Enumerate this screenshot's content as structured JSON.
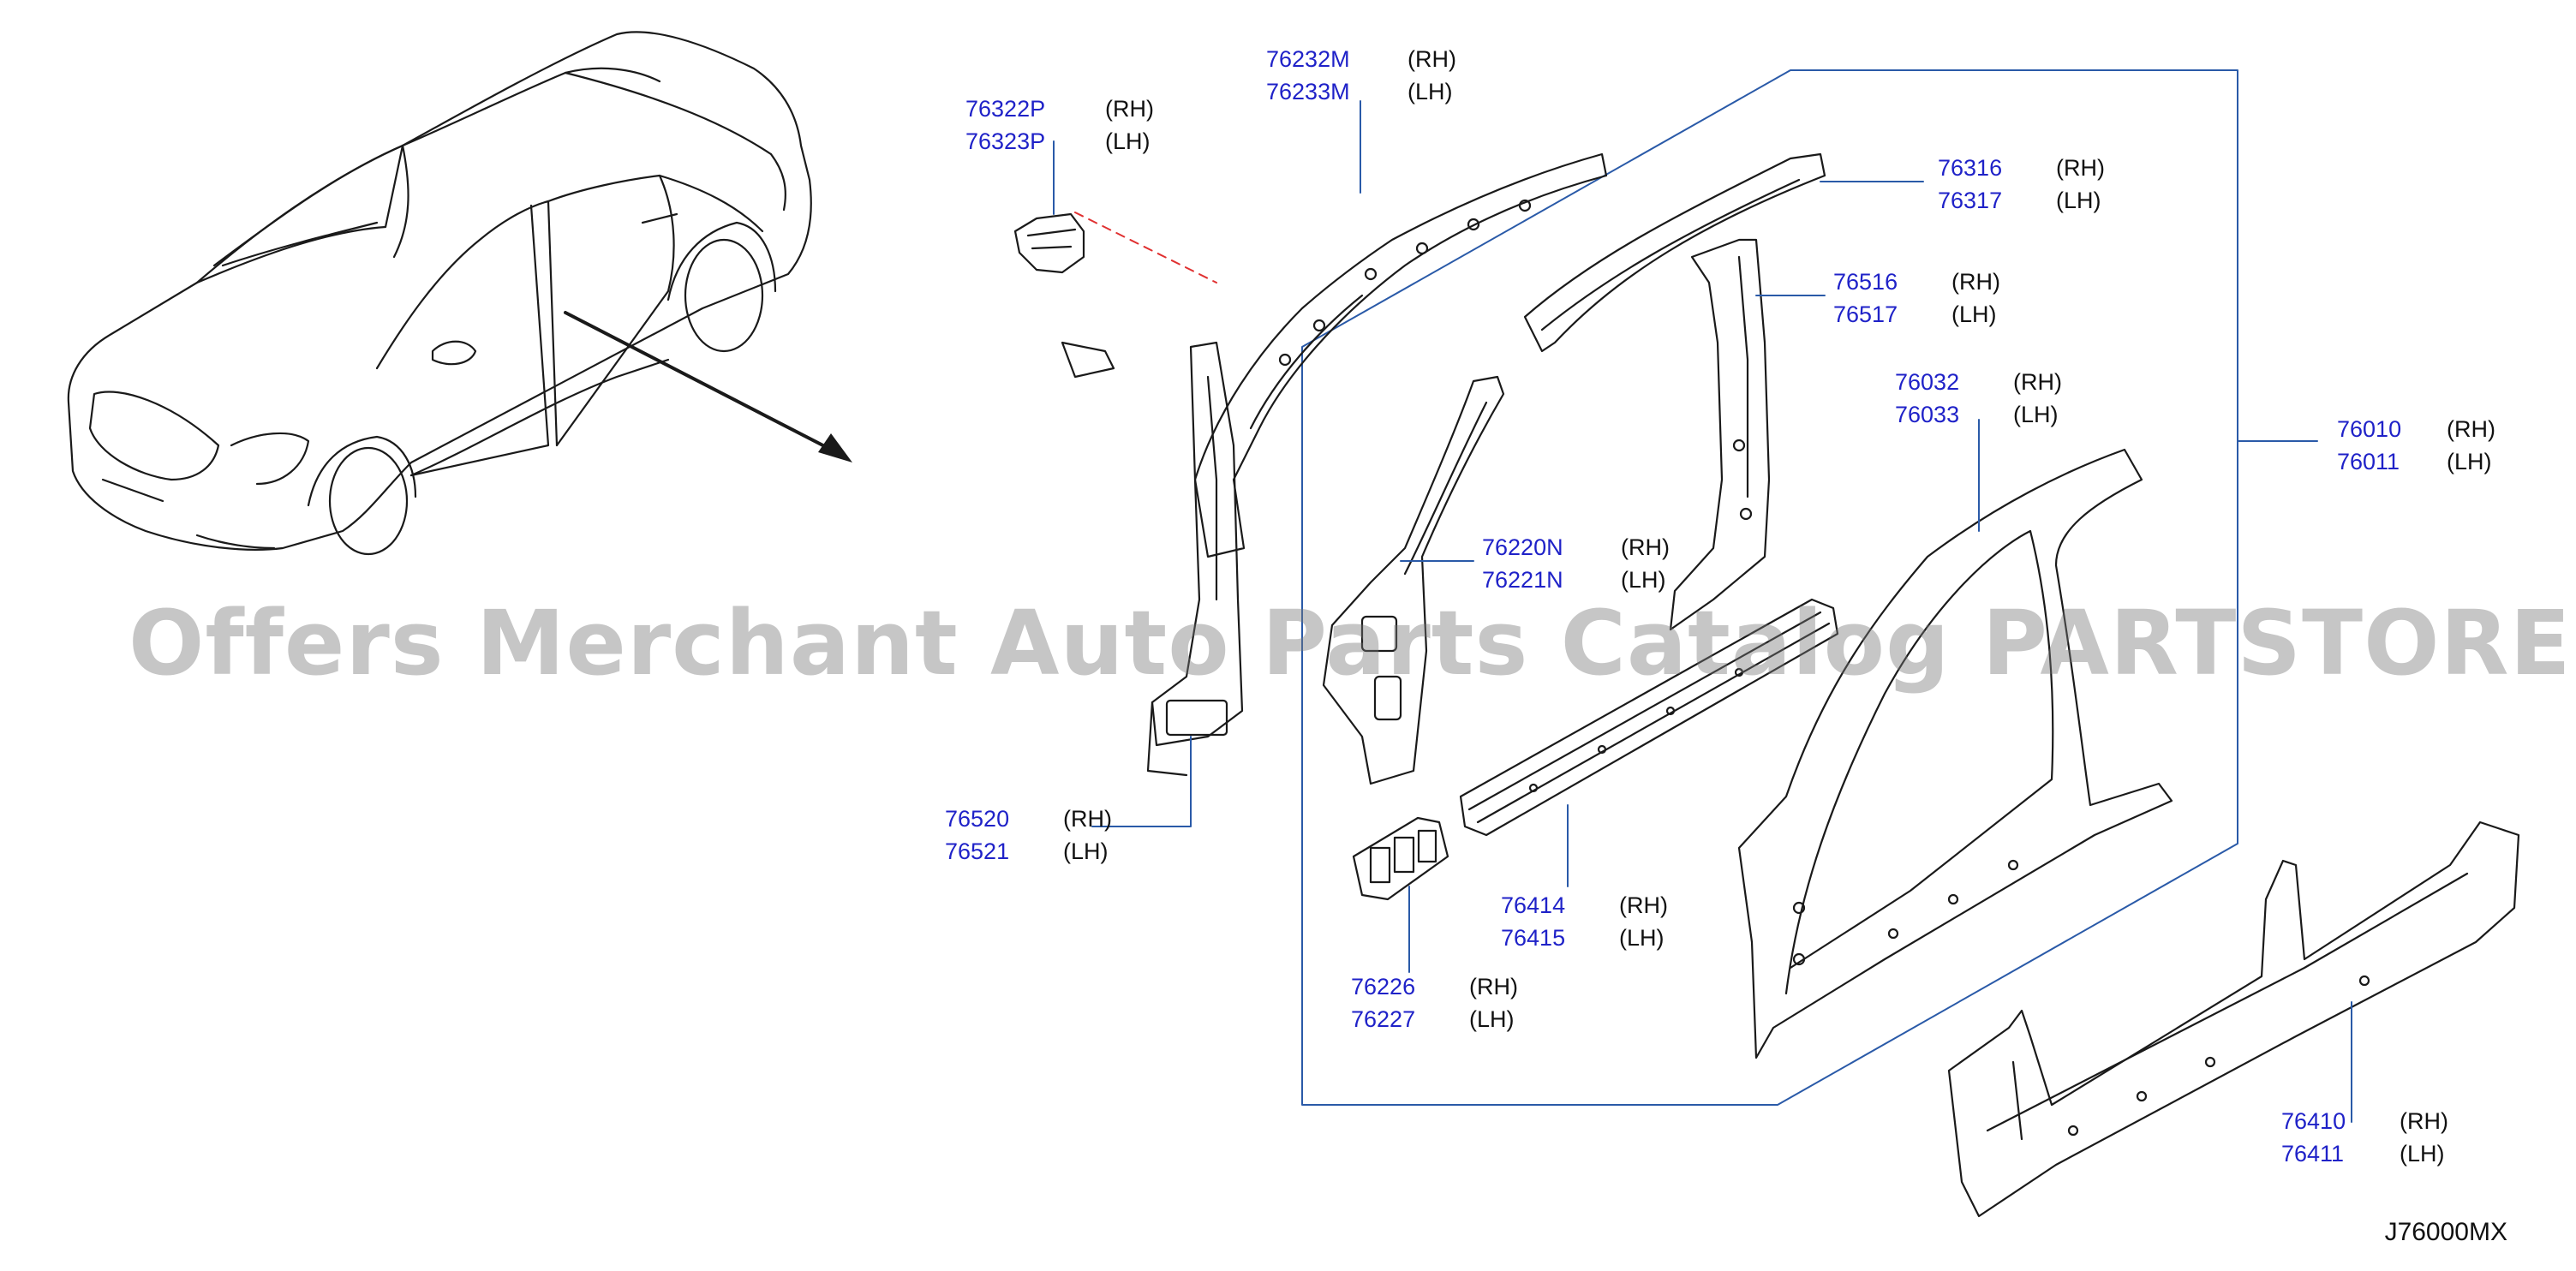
{
  "diagram": {
    "watermark": "Offers Merchant Auto Parts Catalog PARTSTORE.SA",
    "diagram_code": "J76000MX",
    "callouts": [
      {
        "id": "76322P",
        "rh": "76322P",
        "lh": "76323P",
        "rh_side": "(RH)",
        "lh_side": "(LH)"
      },
      {
        "id": "76232M",
        "rh": "76232M",
        "lh": "76233M",
        "rh_side": "(RH)",
        "lh_side": "(LH)"
      },
      {
        "id": "76316",
        "rh": "76316",
        "lh": "76317",
        "rh_side": "(RH)",
        "lh_side": "(LH)"
      },
      {
        "id": "76516",
        "rh": "76516",
        "lh": "76517",
        "rh_side": "(RH)",
        "lh_side": "(LH)"
      },
      {
        "id": "76032",
        "rh": "76032",
        "lh": "76033",
        "rh_side": "(RH)",
        "lh_side": "(LH)"
      },
      {
        "id": "76010",
        "rh": "76010",
        "lh": "76011",
        "rh_side": "(RH)",
        "lh_side": "(LH)"
      },
      {
        "id": "76220N",
        "rh": "76220N",
        "lh": "76221N",
        "rh_side": "(RH)",
        "lh_side": "(LH)"
      },
      {
        "id": "76520",
        "rh": "76520",
        "lh": "76521",
        "rh_side": "(RH)",
        "lh_side": "(LH)"
      },
      {
        "id": "76414",
        "rh": "76414",
        "lh": "76415",
        "rh_side": "(RH)",
        "lh_side": "(LH)"
      },
      {
        "id": "76226",
        "rh": "76226",
        "lh": "76227",
        "rh_side": "(RH)",
        "lh_side": "(LH)"
      },
      {
        "id": "76410",
        "rh": "76410",
        "lh": "76411",
        "rh_side": "(RH)",
        "lh_side": "(LH)"
      }
    ],
    "colors": {
      "part_number": "#1f22c8",
      "line": "#1a1a1a",
      "leader": "#2a5aa8",
      "dashed": "#e03030"
    }
  }
}
